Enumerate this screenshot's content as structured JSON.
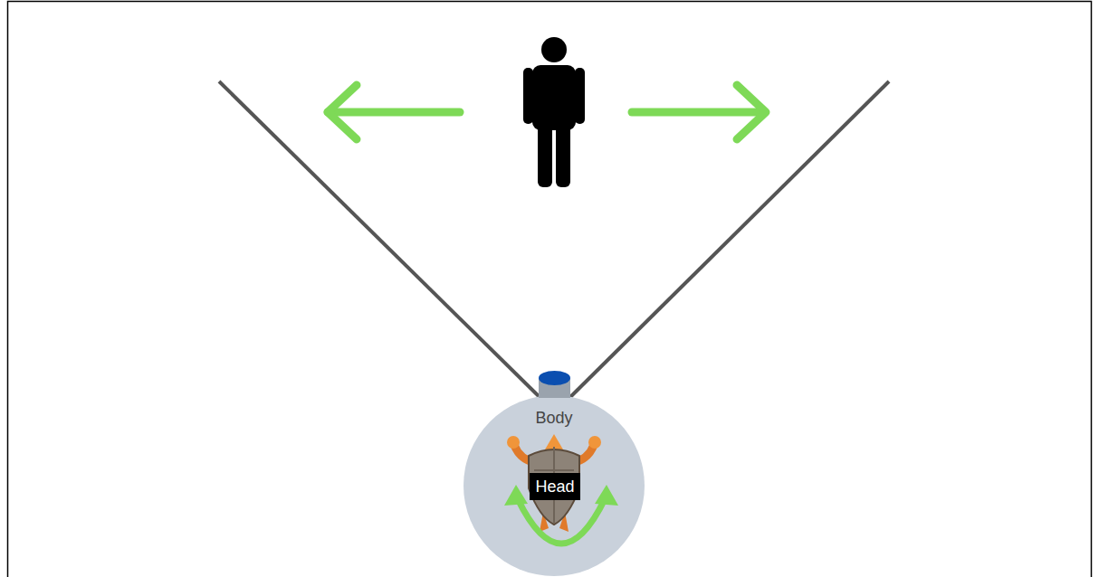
{
  "diagram": {
    "nodes": [
      {
        "text": [
          "Body"
        ]
      },
      {
        "text": [
          "Head"
        ],
        "in": 0
      }
    ]
  }
}
